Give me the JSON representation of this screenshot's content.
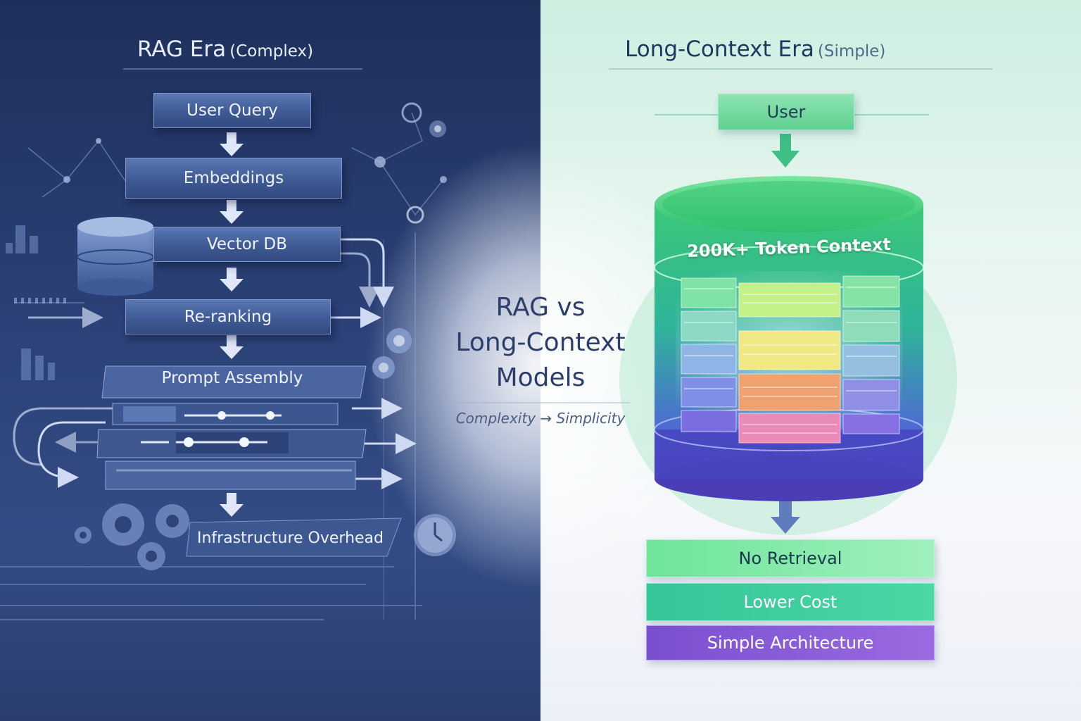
{
  "left_panel": {
    "title": "RAG Era",
    "subtitle": "(Complex)",
    "steps": {
      "user_query": "User Query",
      "embeddings": "Embeddings",
      "vector_db": "Vector DB",
      "reranking": "Re-ranking",
      "prompt_assembly": "Prompt Assembly",
      "infrastructure": "Infrastructure Overhead"
    }
  },
  "center": {
    "title_line1": "RAG vs",
    "title_line2": "Long-Context",
    "title_line3": "Models",
    "subtitle": "Complexity → Simplicity"
  },
  "right_panel": {
    "title": "Long-Context Era",
    "subtitle": "(Simple)",
    "user_label": "User",
    "cylinder_label": "200K+ Token Context",
    "benefits": [
      "No Retrieval",
      "Lower Cost",
      "Simple Architecture"
    ]
  },
  "colors": {
    "left_bg": "#2b4177",
    "left_box": "#3f5a94",
    "right_green": "#5fd98a",
    "right_teal": "#3fc7a0",
    "right_purple": "#8a5ad6",
    "title_navy": "#23365f"
  },
  "icons": [
    "database-icon",
    "gear-icon",
    "clock-icon",
    "network-icon",
    "bar-chart-icon",
    "arrow-down-icon"
  ]
}
